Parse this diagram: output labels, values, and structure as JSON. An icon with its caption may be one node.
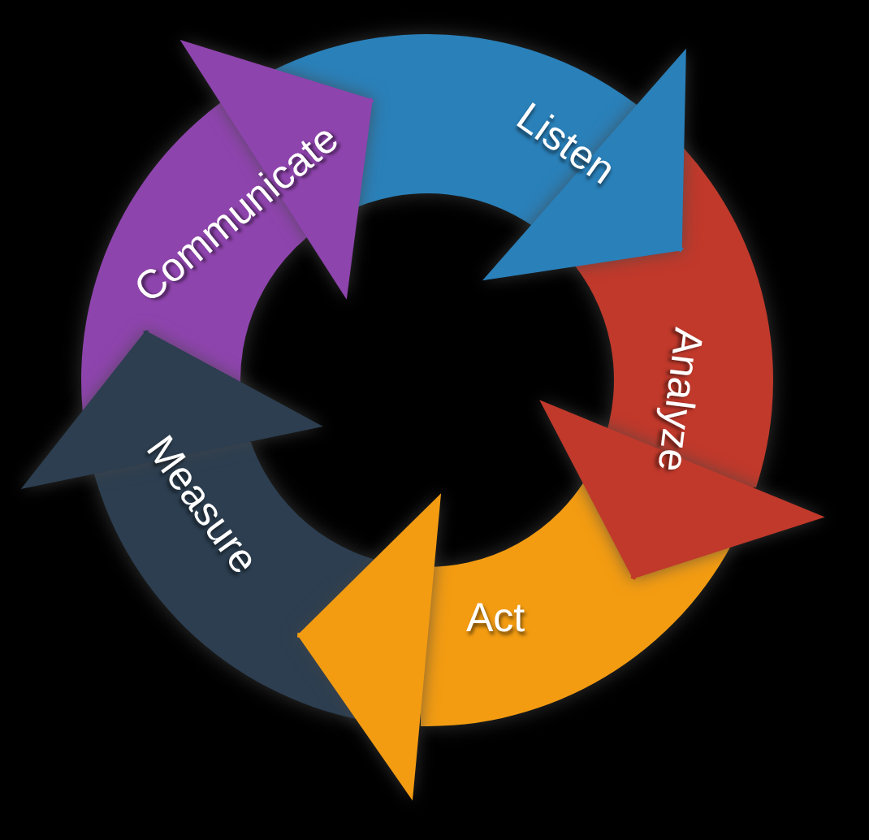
{
  "diagram": {
    "nodes": [
      {
        "text": [
          "Listen"
        ]
      },
      {
        "text": [
          "Analyze"
        ]
      },
      {
        "text": [
          "Act"
        ]
      },
      {
        "text": [
          "Measure"
        ]
      },
      {
        "text": [
          "Communicate"
        ]
      }
    ],
    "edges": [
      {
        "from": 0,
        "to": 1,
        "arrow": "to",
        "color": "#2a80b9"
      },
      {
        "from": 1,
        "to": 2,
        "arrow": "to",
        "color": "#c0392b"
      },
      {
        "from": 2,
        "to": 3,
        "arrow": "to",
        "color": "#f39c12"
      },
      {
        "from": 3,
        "to": 4,
        "arrow": "to",
        "color": "#2c3e50"
      },
      {
        "from": 4,
        "to": 0,
        "arrow": "to",
        "color": "#8e44ad"
      }
    ]
  }
}
